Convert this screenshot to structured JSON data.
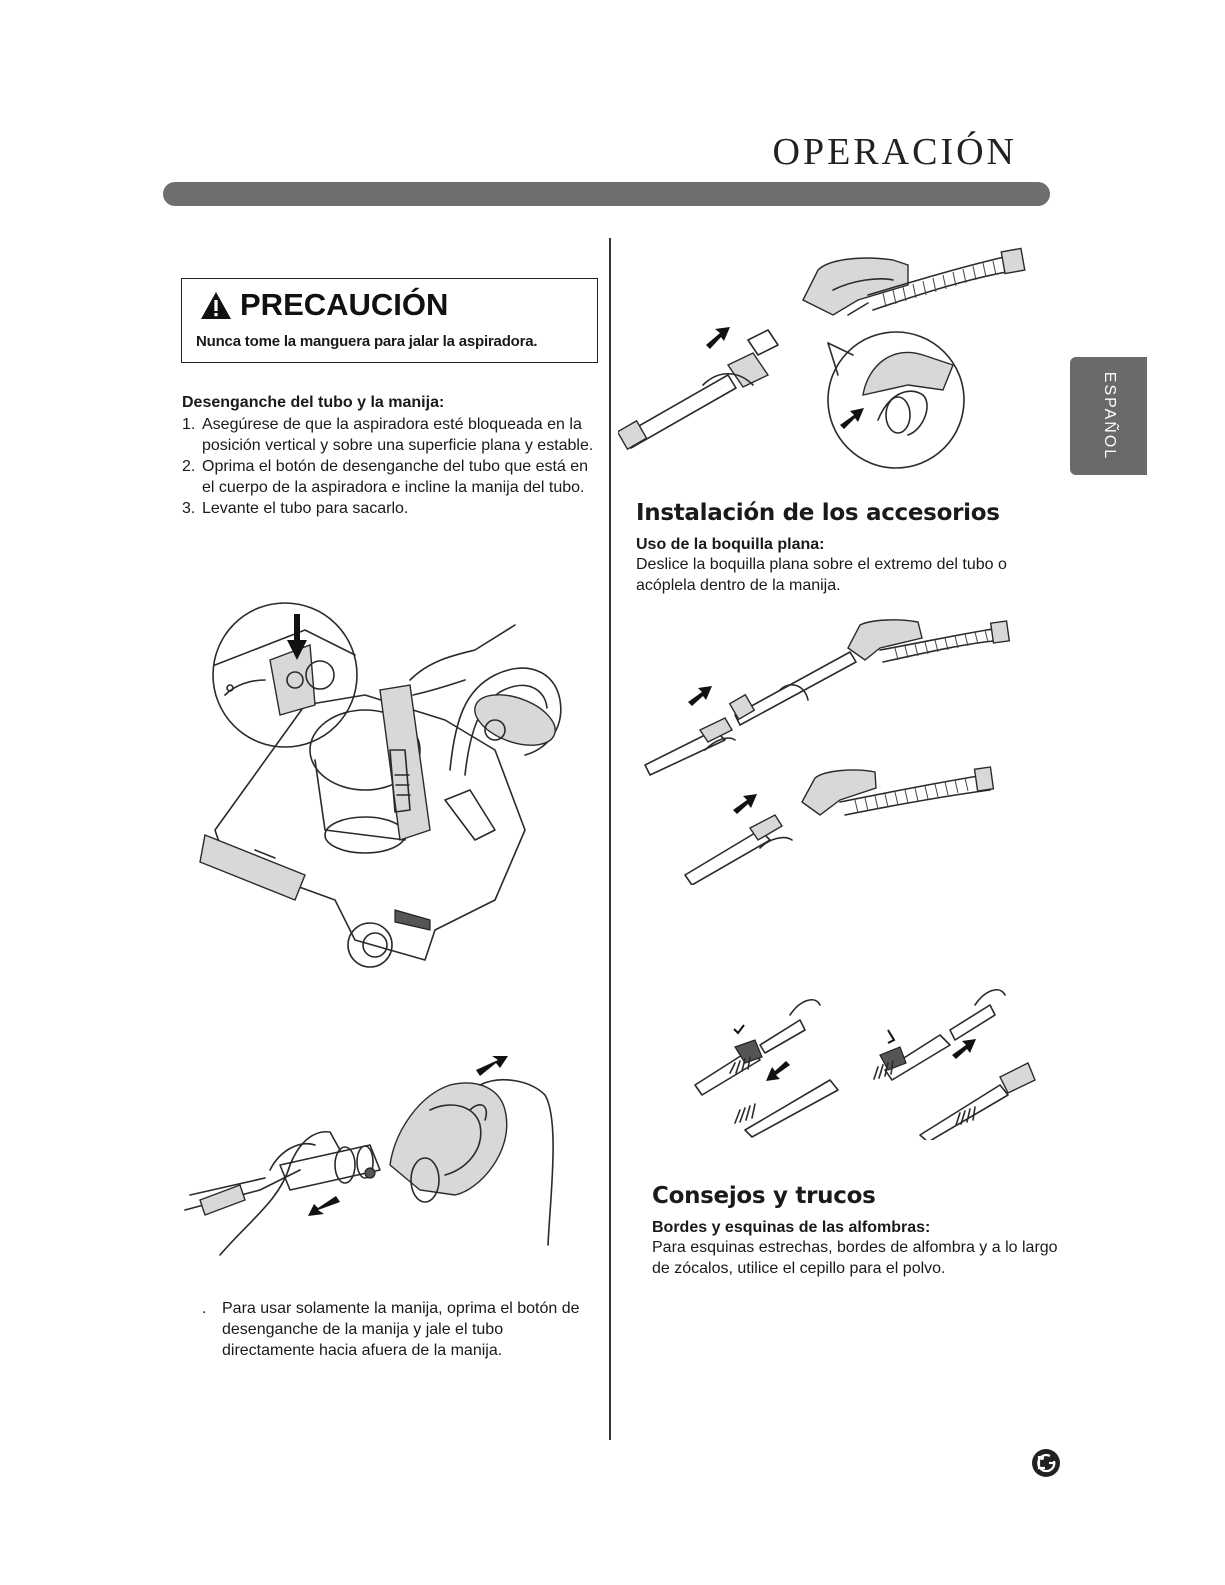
{
  "header": {
    "section_title": "OPERACIÓN",
    "language_tab": "ESPAÑOL"
  },
  "caution": {
    "heading": "PRECAUCIÓN",
    "text": "Nunca tome la manguera para jalar la aspiradora."
  },
  "release": {
    "heading": "Desenganche del tubo y la manija:",
    "steps": [
      {
        "num": "1.",
        "text": "Asegúrese de que la aspiradora esté bloqueada en la posición vertical y sobre una superficie plana y estable."
      },
      {
        "num": "2.",
        "text": "Oprima el botón de desenganche del tubo que está en el cuerpo de la aspiradora e incline la manija del tubo."
      },
      {
        "num": "3.",
        "text": "Levante el tubo para sacarlo."
      }
    ],
    "note_num": ".",
    "note": "Para usar solamente la manija, oprima el botón de desenganche de la manija y jale el tubo directamente hacia afuera de la manija."
  },
  "accessories": {
    "heading": "Instalación de los accesorios",
    "subheading": "Uso de la boquilla plana:",
    "text": "Deslice la boquilla plana sobre el extremo del tubo o acóplela dentro de la manija."
  },
  "tips": {
    "heading": "Consejos y trucos",
    "subheading": "Bordes y esquinas de las alfombras:",
    "text": "Para esquinas estrechas, bordes de alfombra y a lo largo de zócalos, utilice el cepillo para el polvo."
  },
  "footer": {
    "logo": "LG"
  },
  "colors": {
    "band": "#6e6e70",
    "tab": "#6a6a6c",
    "text": "#1a1a1a"
  }
}
